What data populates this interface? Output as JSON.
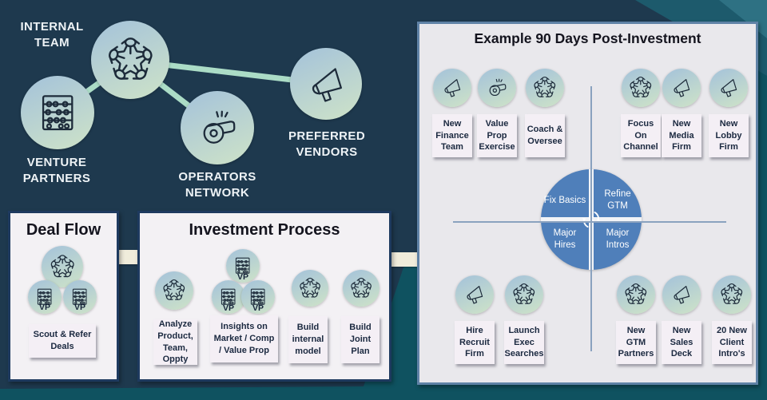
{
  "colors": {
    "background_navy": "#1e394e",
    "teal_band": "#0f5260",
    "teal_corner": "#1d5a6c",
    "teal_corner_light": "#2e7183",
    "network_line_green": "#abdcc6",
    "box_fill": "#f3f1f4",
    "right_panel_fill": "#e9e8ec",
    "box_border_navy": "#1e3a5f",
    "right_panel_border": "#5f82a6",
    "card_fill": "#f4eff5",
    "quadrant_blue": "#4f7fba",
    "connector_cream": "#f0ecdb"
  },
  "network": {
    "hub": {
      "label": "INTERNAL TEAM",
      "icon": "hands-circle"
    },
    "nodes": [
      {
        "label": "VENTURE PARTNERS",
        "icon": "abacus"
      },
      {
        "label": "OPERATORS NETWORK",
        "icon": "whistle"
      },
      {
        "label": "PREFERRED VENDORS",
        "icon": "megaphone"
      }
    ]
  },
  "deal_flow": {
    "title": "Deal Flow",
    "vp_label": "VP",
    "icons": [
      "hands-circle",
      "abacus",
      "abacus"
    ],
    "card": "Scout & Refer Deals"
  },
  "investment_process": {
    "title": "Investment Process",
    "vp_label": "VP",
    "steps": [
      {
        "icon": "hands-circle",
        "card": "Analyze Product, Team, Oppty"
      },
      {
        "icon": "abacus-vp-trio",
        "card": "Insights on Market / Comp / Value Prop"
      },
      {
        "icon": "hands-circle",
        "card": "Build internal model"
      },
      {
        "icon": "hands-circle",
        "card": "Build Joint Plan"
      }
    ]
  },
  "post_investment": {
    "title": "Example 90 Days Post-Investment",
    "quadrant_circle": {
      "top_left": "Fix Basics",
      "top_right": "Refine GTM",
      "bottom_left": "Major Hires",
      "bottom_right": "Major Intros",
      "center_icon": "dollar-cycle"
    },
    "quadrants": {
      "top_left": [
        {
          "icon": "megaphone",
          "label": "New Finance Team"
        },
        {
          "icon": "whistle",
          "label": "Value Prop Exercise"
        },
        {
          "icon": "hands-circle",
          "label": "Coach & Oversee"
        }
      ],
      "top_right": [
        {
          "icon": "hands-circle",
          "label": "Focus On Channel"
        },
        {
          "icon": "megaphone",
          "label": "New Media Firm"
        },
        {
          "icon": "megaphone",
          "label": "New Lobby Firm"
        }
      ],
      "bottom_left": [
        {
          "icon": "megaphone",
          "label": "Hire Recruit Firm"
        },
        {
          "icon": "hands-circle",
          "label": "Launch Exec Searches"
        }
      ],
      "bottom_right": [
        {
          "icon": "hands-circle",
          "label": "New GTM Partners"
        },
        {
          "icon": "megaphone",
          "label": "New Sales Deck"
        },
        {
          "icon": "hands-circle",
          "label": "20 New Client Intro's"
        }
      ]
    }
  }
}
